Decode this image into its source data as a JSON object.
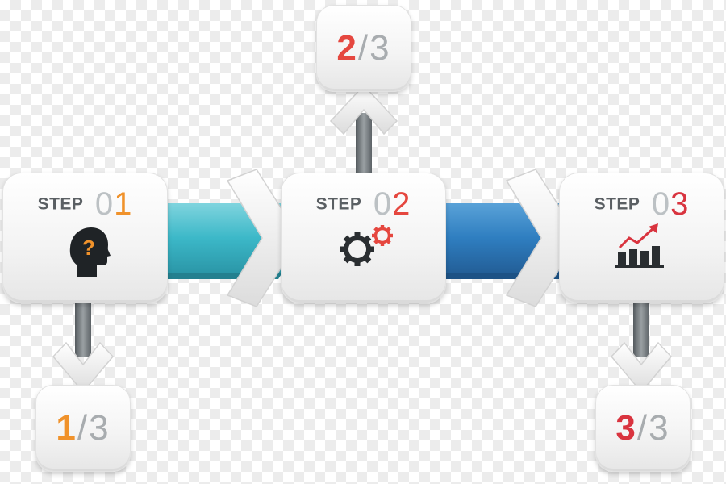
{
  "steps": [
    {
      "word": "STEP",
      "num_prefix": "0",
      "num_digit": "1",
      "accent": "#f0922b",
      "icon": "head-question-icon"
    },
    {
      "word": "STEP",
      "num_prefix": "0",
      "num_digit": "2",
      "accent": "#e5473f",
      "icon": "gears-icon"
    },
    {
      "word": "STEP",
      "num_prefix": "0",
      "num_digit": "3",
      "accent": "#d9343f",
      "icon": "growth-chart-icon"
    }
  ],
  "fractions": [
    {
      "num": "1",
      "slash": "/",
      "den": "3",
      "accent": "#f0922b"
    },
    {
      "num": "2",
      "slash": "/",
      "den": "3",
      "accent": "#e5473f"
    },
    {
      "num": "3",
      "slash": "/",
      "den": "3",
      "accent": "#d9343f"
    }
  ],
  "colors": {
    "connector_teal": "#3cb8c8",
    "connector_blue": "#2f7ec0",
    "stem_gray": "#6c7377",
    "text_gray": "#5a5f63"
  }
}
